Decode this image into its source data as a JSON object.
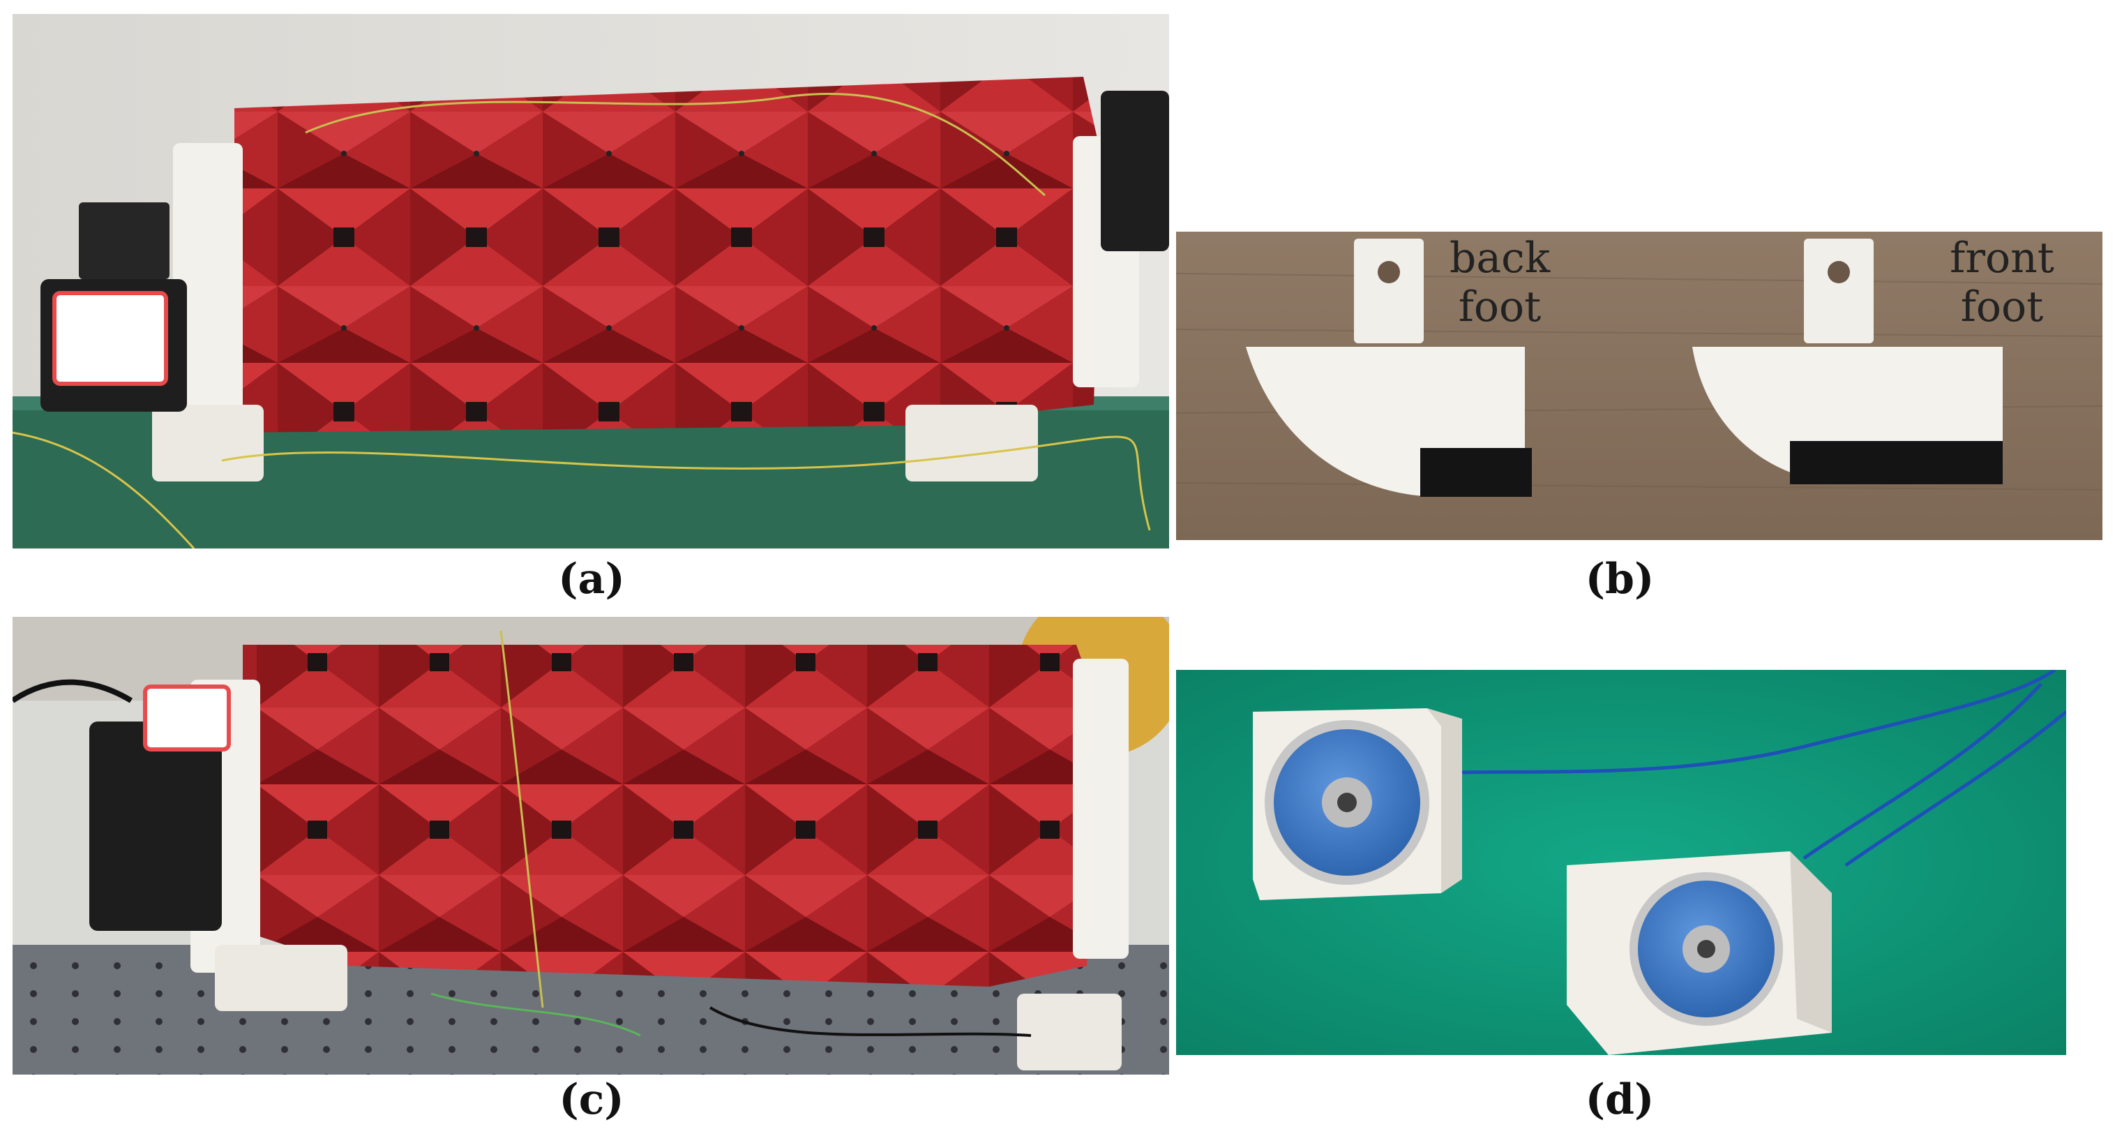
{
  "figure": {
    "panels": [
      {
        "id": "a",
        "caption": "(a)"
      },
      {
        "id": "b",
        "caption": "(b)",
        "labels": {
          "back": "back\nfoot",
          "front": "front\nfoot"
        }
      },
      {
        "id": "c",
        "caption": "(c)"
      },
      {
        "id": "d",
        "caption": "(d)"
      }
    ]
  },
  "colors": {
    "origami_red": "#b8262a",
    "origami_dark": "#7a1216",
    "white_plastic": "#f3f1ec",
    "wood": "#8d7763",
    "green_board": "#0f9b7a",
    "table_green": "#2d6b55",
    "magnet_blue": "#3e79c2",
    "optical_table": "#6f737a"
  }
}
